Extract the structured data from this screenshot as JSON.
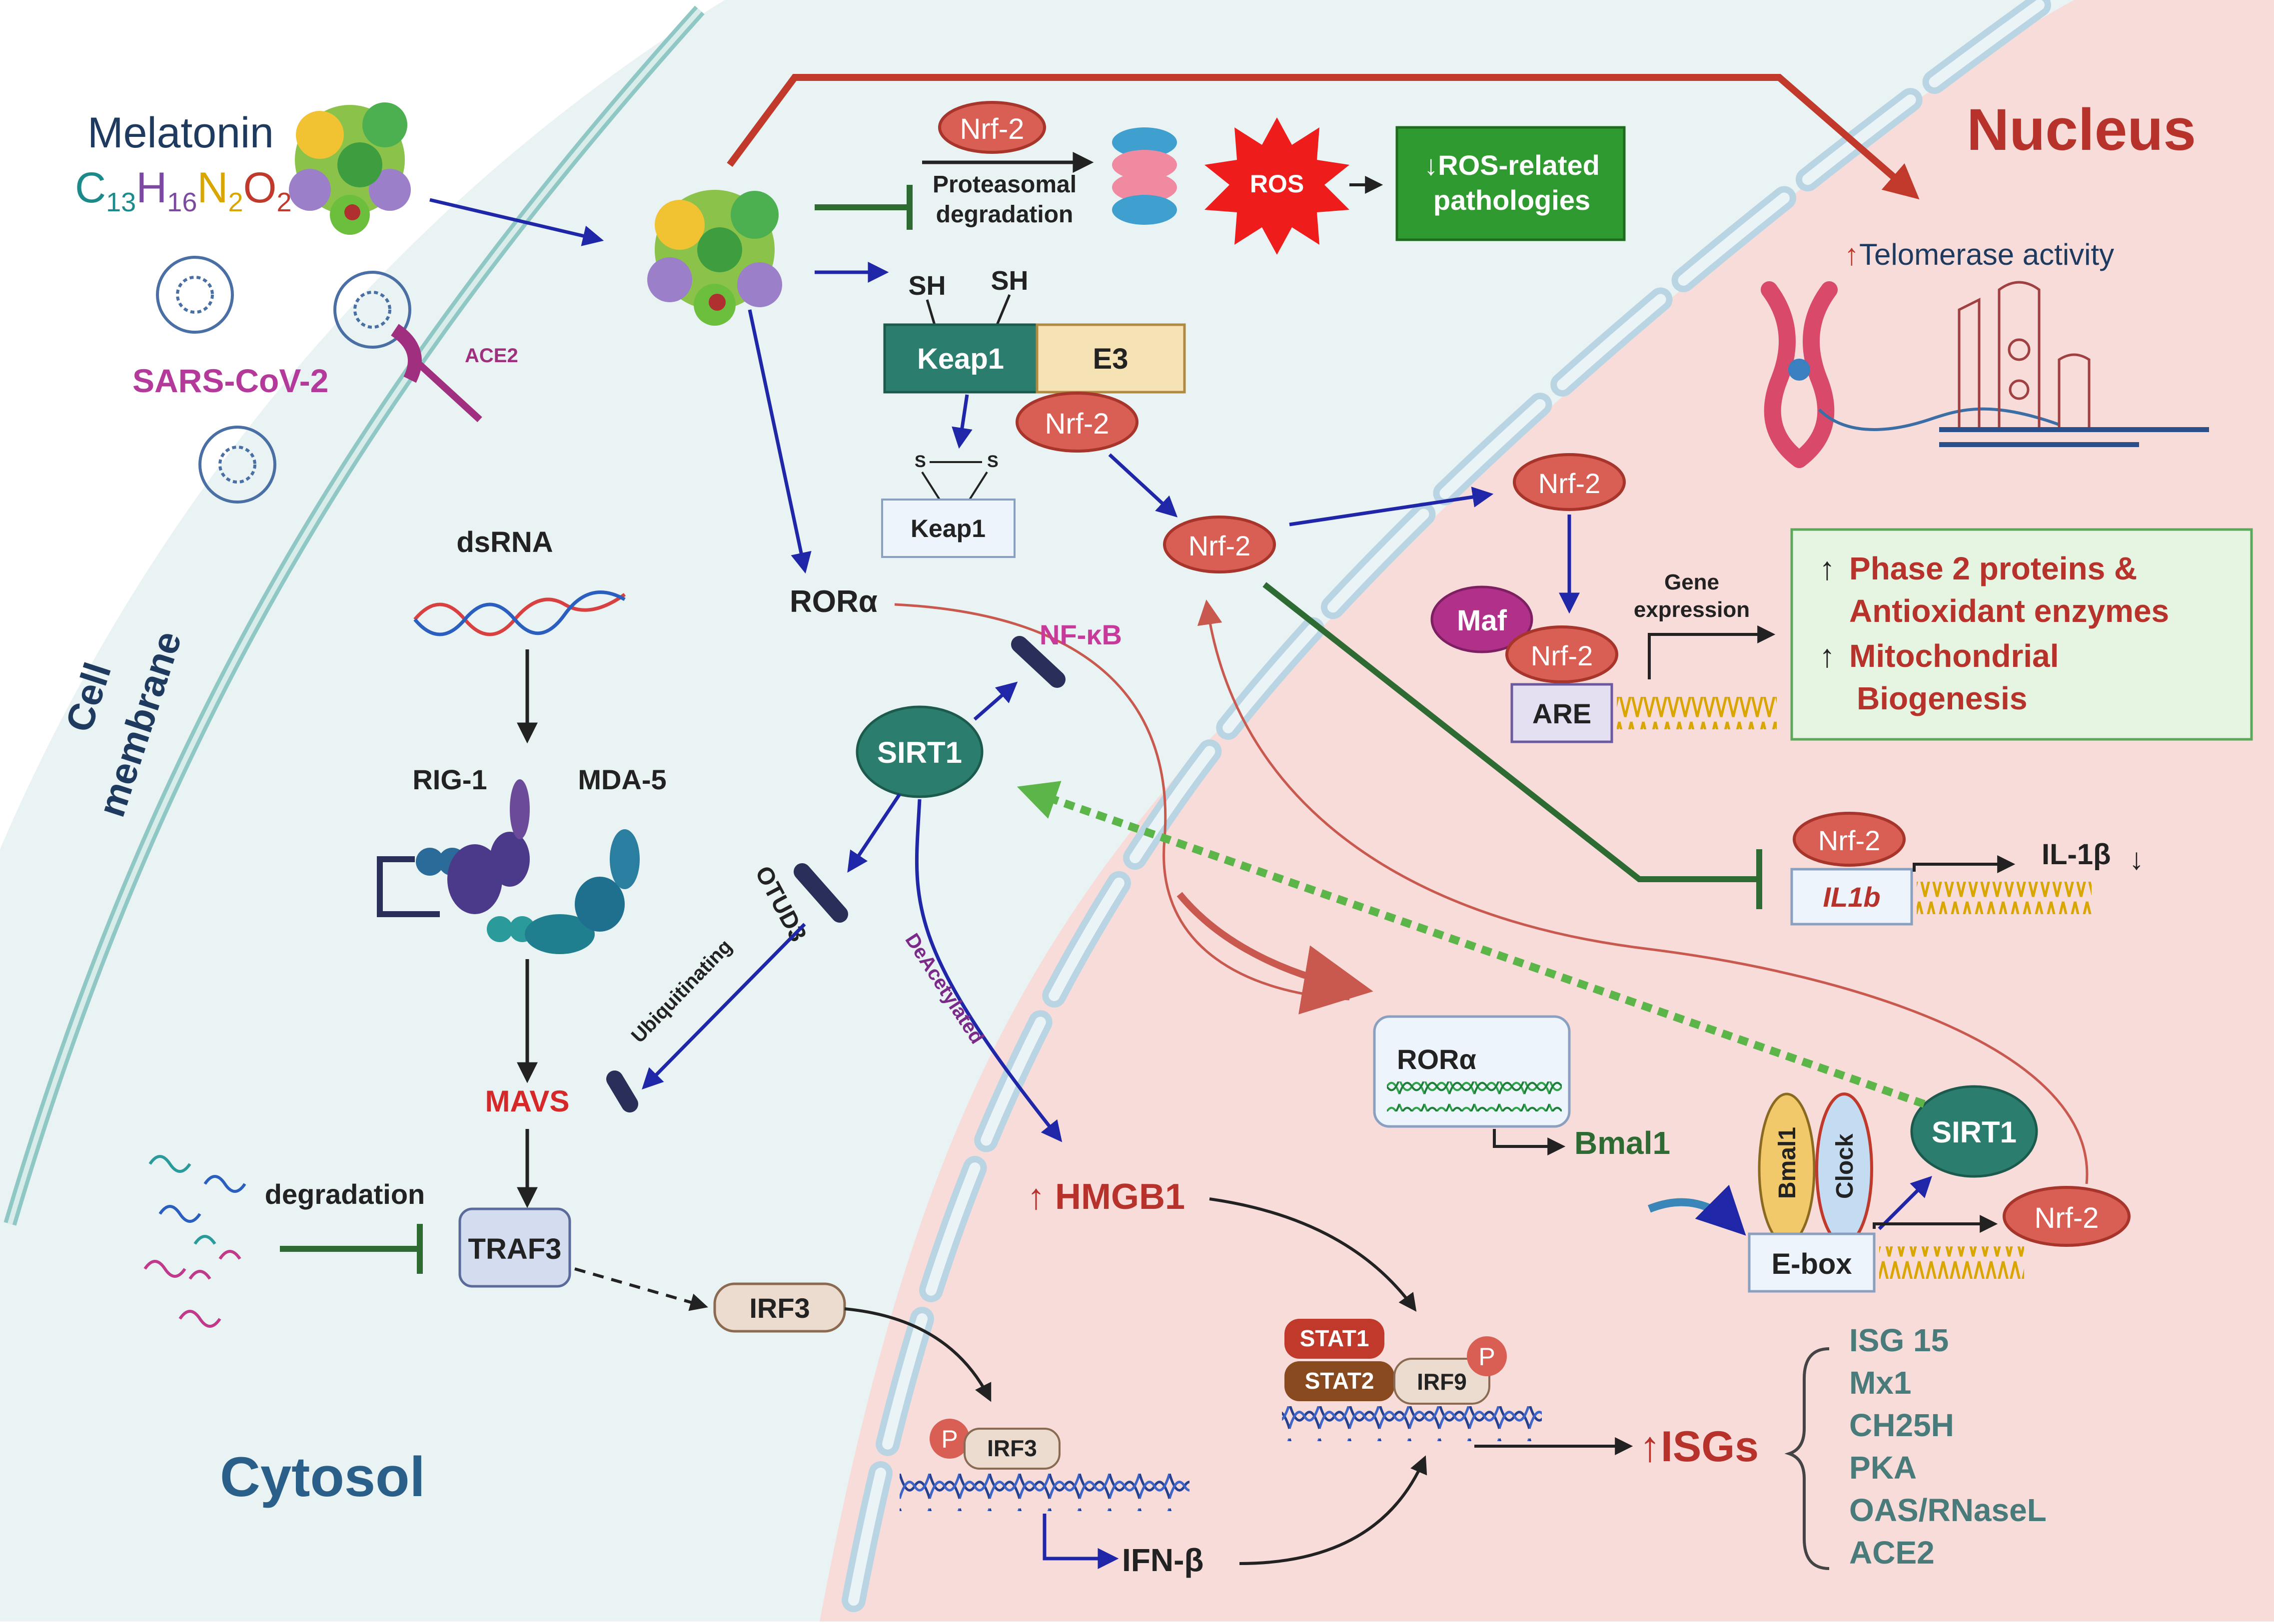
{
  "colors": {
    "cytosol_bg": "#e9f3f3",
    "nucleus_bg": "#f7dcda",
    "membrane": "#7fbcbc",
    "blue_arrow": "#1f27a8",
    "red_arrow": "#c0392b",
    "green_inhibit": "#2e6b33",
    "teal_node": "#2b7d6d",
    "nrf2_node": "#d95f55",
    "green_box": "#2f9a2f",
    "pale_green_box": "#e6f4e2",
    "dark_red_text": "#b7322a",
    "navy_text": "#1e3a5f",
    "isg_text": "#4a7b7b"
  },
  "labels": {
    "melatonin": "Melatonin",
    "formula": {
      "C": "C",
      "c_sub": "13",
      "H": "H",
      "h_sub": "16",
      "N": "N",
      "n_sub": "2",
      "O": "O",
      "o_sub": "2"
    },
    "sars": "SARS-CoV-2",
    "ace2_receptor": "ACE2",
    "cell_membrane_1": "Cell",
    "cell_membrane_2": "membrane",
    "nucleus": "Nucleus",
    "cytosol": "Cytosol",
    "nrf2": "Nrf-2",
    "proteasomal_1": "Proteasomal",
    "proteasomal_2": "degradation",
    "ros": "ROS",
    "ros_box_1": "↓ROS-related",
    "ros_box_2": "pathologies",
    "telomerase_arrow": "↑",
    "telomerase": "Telomerase activity",
    "sh": "SH",
    "keap1": "Keap1",
    "e3": "E3",
    "s": "S",
    "gene_expr_1": "Gene",
    "gene_expr_2": "expression",
    "maf": "Maf",
    "are": "ARE",
    "up_arrow": "↑",
    "phase2_1": "Phase 2 proteins &",
    "phase2_2": "Antioxidant enzymes",
    "mito_1": "Mitochondrial",
    "mito_2": "Biogenesis",
    "dsrna": "dsRNA",
    "rig1": "RIG-1",
    "mda5": "MDA-5",
    "mavs": "MAVS",
    "degradation": "degradation",
    "traf3": "TRAF3",
    "irf3": "IRF3",
    "p": "P",
    "ifnb": "IFN-β",
    "rora": "RORα",
    "nfkb": "NF-κB",
    "sirt1": "SIRT1",
    "otud3": "OTUD3",
    "ubiquitinating": "Ubiquitinating",
    "deacetylated": "DeAcetylated",
    "hmgb1": "HMGB1",
    "il1b_gene": "IL1b",
    "il1b_out": "IL-1β",
    "down_arrow": "↓",
    "bmal1": "Bmal1",
    "clock": "Clock",
    "ebox": "E-box",
    "stat1": "STAT1",
    "stat2": "STAT2",
    "irf9": "IRF9",
    "isgs": "ISGs",
    "isg_list": [
      "ISG 15",
      "Mx1",
      "CH25H",
      "PKA",
      "OAS/RNaseL",
      "ACE2"
    ]
  }
}
